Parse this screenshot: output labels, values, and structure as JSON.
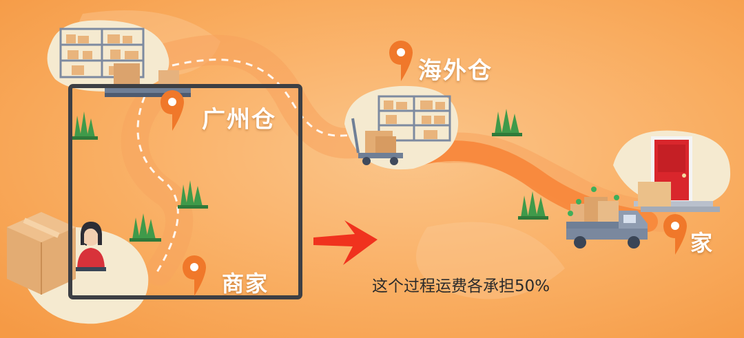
{
  "labels": {
    "guangzhou_warehouse": "广州仓",
    "overseas_warehouse": "海外仓",
    "merchant": "商家",
    "home": "家"
  },
  "note": "这个过程运费各承担50%",
  "colors": {
    "background": "#f8a24d",
    "route": "#f7863a",
    "pin": "#f0782a",
    "frame": "#3d3f44",
    "arrow": "#f0321e",
    "door": "#d9262c"
  },
  "icons": [
    "shelf-icon",
    "pallet-icon",
    "map-pin-icon",
    "cart-icon",
    "plant-icon",
    "box-icon",
    "customer-service-icon",
    "truck-icon",
    "door-icon",
    "arrow-icon"
  ]
}
